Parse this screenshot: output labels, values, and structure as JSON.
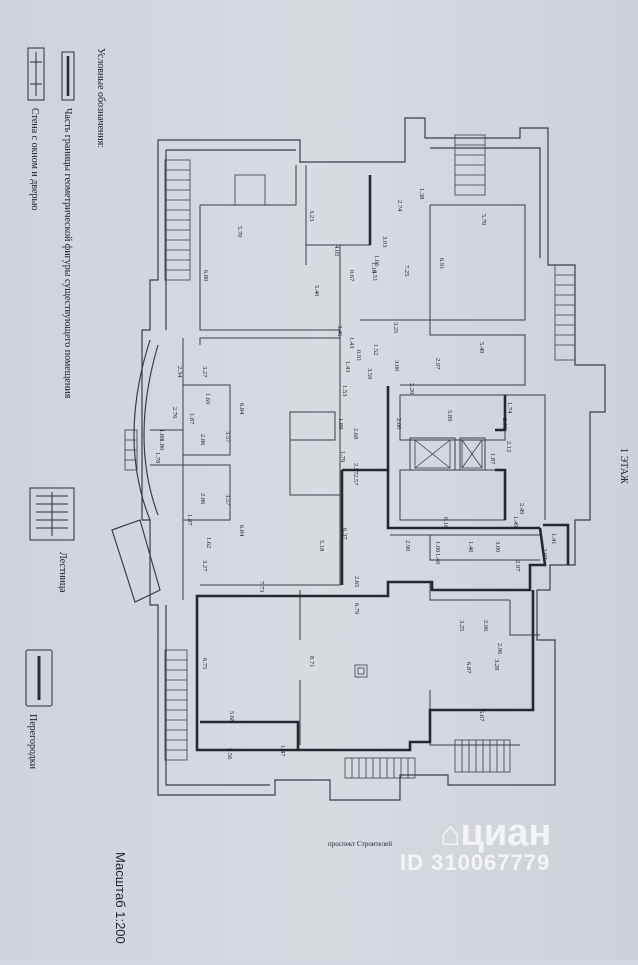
{
  "legend": {
    "title": "Условные обозначения:",
    "boundary_label": "Часть границы геометрической фигуры существующего помещения",
    "wall_label": "Стена с окном и дверью",
    "stair_label": "Лестница",
    "partition_label": "Перегородки"
  },
  "floor_label": "1 ЭТАЖ",
  "street_label": "проспект Строителей",
  "scale_label": "Масштаб 1:200",
  "watermark": {
    "logo": "циан",
    "id": "ID 310067779"
  },
  "dimensions": [
    "5.70",
    "3.23",
    "4.05",
    "2.74",
    "1.38",
    "5.70",
    "6.80",
    "3.03",
    "1.06",
    "1.18",
    "0.67",
    "0.51",
    "6.91",
    "5.40",
    "7.25",
    "3.46",
    "3.25",
    "1.43",
    "1.52",
    "3.27",
    "2.34",
    "0.91",
    "3.59",
    "3.00",
    "2.97",
    "5.49",
    "1.43",
    "1.53",
    "2.20",
    "1.69",
    "1.87",
    "2.76",
    "6.84",
    "3.57",
    "1.74",
    "5.89",
    "2.00",
    "2.06",
    "1.88",
    "1.80",
    "2.86",
    "1.89",
    "2.68",
    "2.12",
    "1.78",
    "1.79",
    "1.87",
    "2.57",
    "2.57",
    "2.86",
    "3.57",
    "1.87",
    "1.62",
    "6.84",
    "2.49",
    "6.16",
    "1.49",
    "1.41",
    "6.37",
    "5.18",
    "2.90",
    "1.00",
    "1.40",
    "3.00",
    "2.07",
    "1.40",
    "2.97",
    "3.27",
    "7.73",
    "2.65",
    "6.79",
    "3.25",
    "2.96",
    "2.96",
    "6.75",
    "8.71",
    "6.87",
    "3.28",
    "5.68",
    "5.67",
    "5.56",
    "1.47"
  ]
}
